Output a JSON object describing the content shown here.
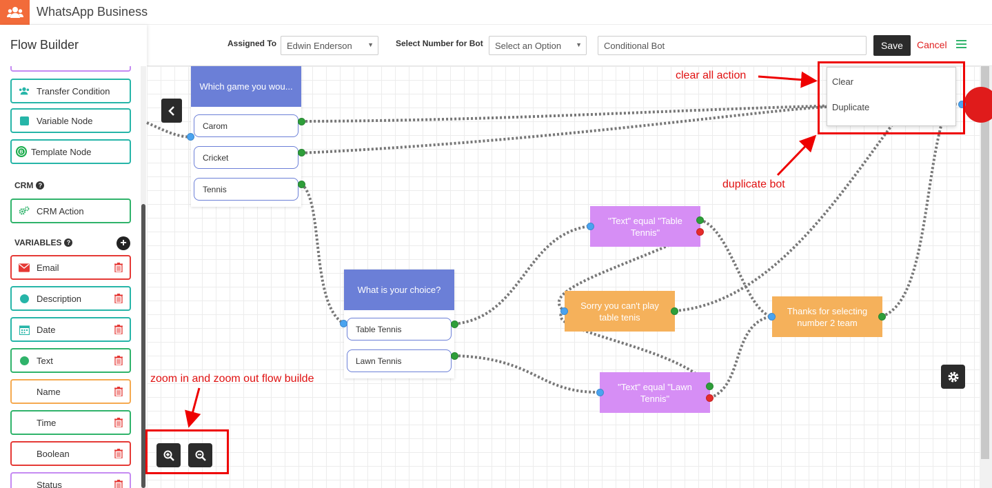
{
  "app": {
    "title": "WhatsApp Business"
  },
  "header": {
    "page_title": "Flow Builder",
    "assigned_label": "Assigned To",
    "assigned_value": "Edwin Enderson",
    "number_label": "Select Number for Bot",
    "number_value": "Select an Option",
    "bot_name": "Conditional Bot",
    "save_label": "Save",
    "cancel_label": "Cancel"
  },
  "sidebar": {
    "nodes": [
      {
        "label": "Transfer Condition",
        "icon": "users-icon"
      },
      {
        "label": "Variable Node",
        "icon": "square-icon"
      },
      {
        "label": "Template Node",
        "icon": "template-icon"
      }
    ],
    "crm_title": "CRM",
    "crm_action": "CRM Action",
    "variables_title": "VARIABLES",
    "variables": [
      {
        "label": "Email",
        "icon": "envelope-icon",
        "color": "#e53935"
      },
      {
        "label": "Description",
        "icon": "circle-icon",
        "color": "#26b5a8"
      },
      {
        "label": "Date",
        "icon": "calendar-icon",
        "color": "#26b5a8"
      },
      {
        "label": "Text",
        "icon": "circle-icon",
        "color": "#2fb36a"
      },
      {
        "label": "Name",
        "icon": "",
        "color": "#f5a94f"
      },
      {
        "label": "Time",
        "icon": "",
        "color": "#2fb36a"
      },
      {
        "label": "Boolean",
        "icon": "",
        "color": "#e53935"
      },
      {
        "label": "Status",
        "icon": "",
        "color": "#c58af2"
      }
    ]
  },
  "canvas": {
    "question1": {
      "title": "Which game you wou...",
      "options": [
        "Carom",
        "Cricket",
        "Tennis"
      ]
    },
    "question2": {
      "title": "What is your choice?",
      "options": [
        "Table Tennis",
        "Lawn Tennis"
      ]
    },
    "cond1": "\"Text\" equal \"Table Tennis\"",
    "cond2": "\"Text\" equal \"Lawn Tennis\"",
    "msg1": "Sorry you can't play table tenis",
    "msg2": "Thanks for selecting number 2 team",
    "context_menu": {
      "clear": "Clear",
      "duplicate": "Duplicate"
    }
  },
  "annotations": {
    "clear_all": "clear all action",
    "duplicate": "duplicate bot",
    "zoom": "zoom in and zoom out flow builde"
  },
  "colors": {
    "brand": "#f26b3a",
    "question_header": "#6b7fd7",
    "condition": "#d68ef5",
    "message": "#f5b15b",
    "annotation": "#ee0000"
  }
}
